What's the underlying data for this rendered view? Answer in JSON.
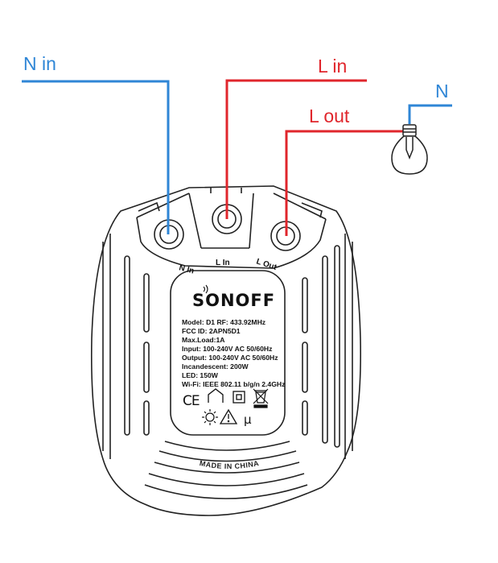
{
  "wires": {
    "n_in": "N in",
    "l_in": "L in",
    "l_out": "L out",
    "n_lamp": "N"
  },
  "terminals": {
    "n_in": "N In",
    "l_in": "L In",
    "l_out": "L Out"
  },
  "device": {
    "brand": "SONOFF",
    "specs": [
      "Model: D1     RF: 433.92MHz",
      "FCC ID: 2APN5D1",
      "Max.Load:1A",
      "Input: 100-240V AC 50/60Hz",
      "Output: 100-240V AC 50/60Hz",
      "Incandescent: 200W",
      "LED: 150W",
      "Wi-Fi: IEEE 802.11 b/g/n 2.4GHz"
    ],
    "cert_ce": "CE",
    "cert_mu": "μ",
    "origin": "MADE IN CHINA"
  },
  "colors": {
    "neutral_wire": "#2f86d6",
    "live_wire": "#e0262c",
    "outline": "#222222"
  },
  "icons": [
    "wifi-icon",
    "ce-mark-icon",
    "indoor-use-icon",
    "double-insulation-icon",
    "weee-bin-icon",
    "sun-icon",
    "warning-icon",
    "micro-disconnect-icon",
    "light-bulb-icon"
  ]
}
